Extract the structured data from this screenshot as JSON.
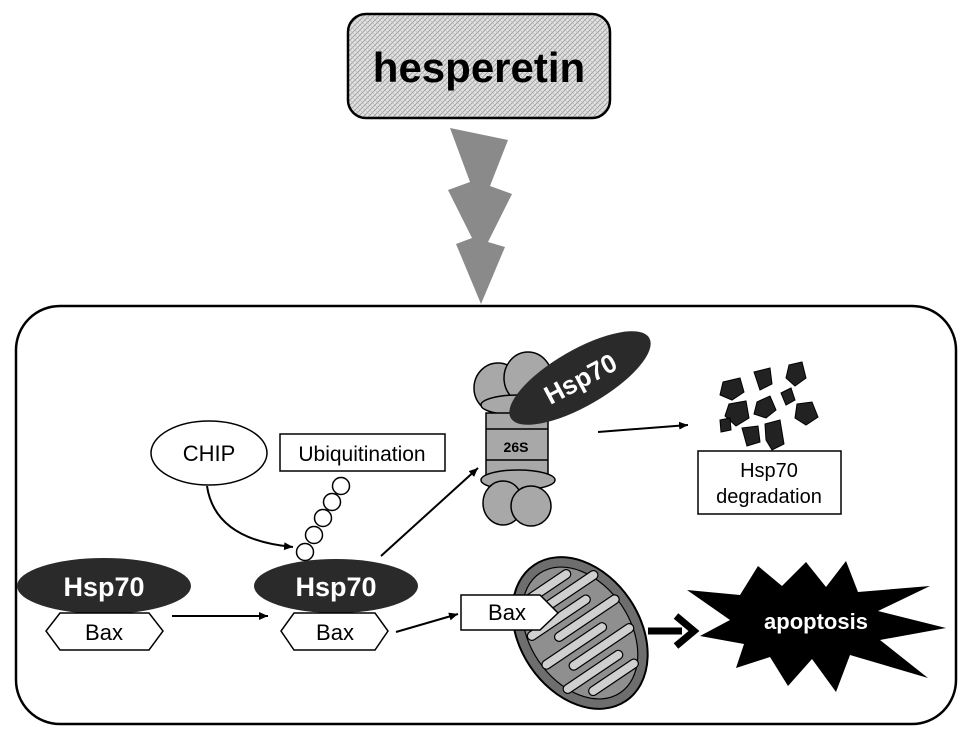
{
  "drug": {
    "label": "hesperetin"
  },
  "proteins": {
    "hsp70_left": "Hsp70",
    "bax_left": "Bax",
    "hsp70_center": "Hsp70",
    "bax_center": "Bax",
    "bax_mito": "Bax",
    "hsp70_proteasome": "Hsp70"
  },
  "chip": {
    "label": "CHIP"
  },
  "ubiquitination": {
    "label": "Ubiquitination"
  },
  "proteasome": {
    "label": "26S"
  },
  "degradation": {
    "line1": "Hsp70",
    "line2": "degradation"
  },
  "apoptosis": {
    "label": "apoptosis"
  },
  "colors": {
    "dark_protein": "#2a2a2a",
    "proteasome_gray": "#a8a8a8",
    "mito_outer": "#6e6e6e",
    "bolt_gray": "#8a8a8a"
  }
}
